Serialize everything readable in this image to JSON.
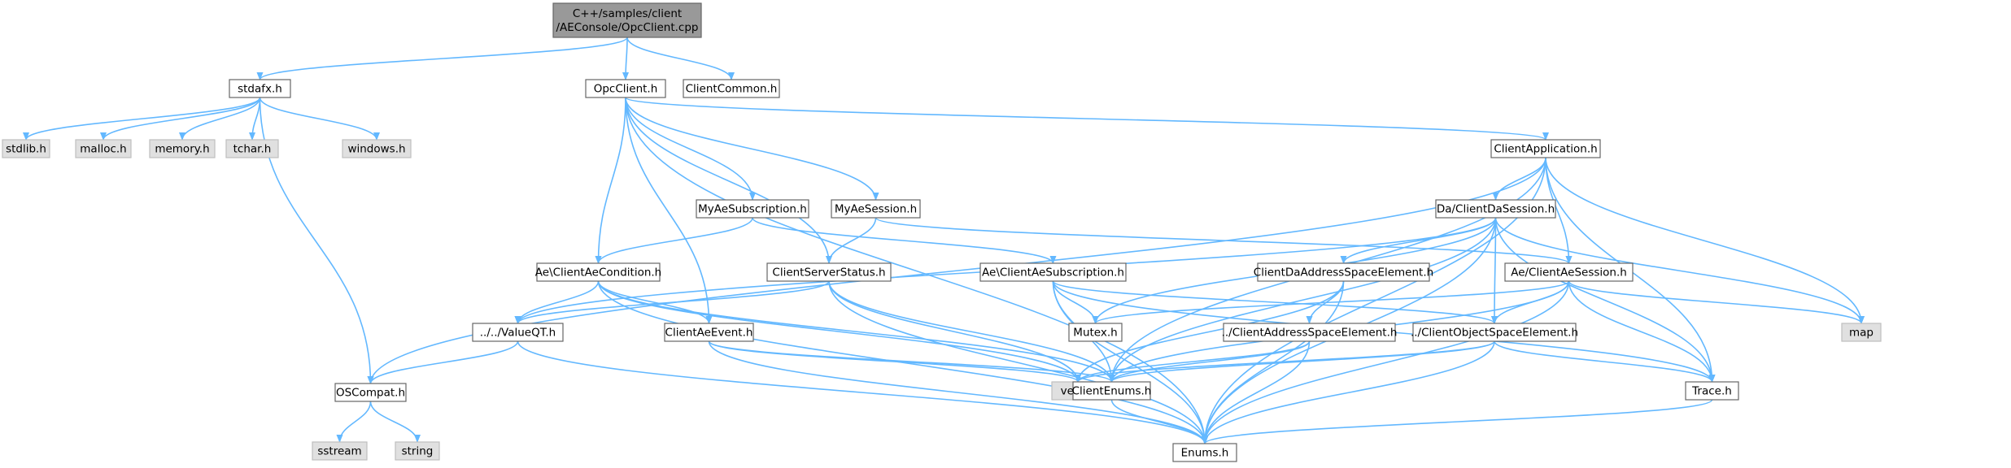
{
  "nodes": [
    {
      "id": "root",
      "kind": "root",
      "lines": [
        "C++/samples/client",
        "/AEConsole/OpcClient.cpp"
      ]
    },
    {
      "id": "stdafx",
      "kind": "normal",
      "lines": [
        "stdafx.h"
      ]
    },
    {
      "id": "opcclient",
      "kind": "normal",
      "lines": [
        "OpcClient.h"
      ]
    },
    {
      "id": "clientcommon",
      "kind": "normal",
      "lines": [
        "ClientCommon.h"
      ]
    },
    {
      "id": "stdlib",
      "kind": "external",
      "lines": [
        "stdlib.h"
      ]
    },
    {
      "id": "malloc",
      "kind": "external",
      "lines": [
        "malloc.h"
      ]
    },
    {
      "id": "memory",
      "kind": "external",
      "lines": [
        "memory.h"
      ]
    },
    {
      "id": "tchar",
      "kind": "external",
      "lines": [
        "tchar.h"
      ]
    },
    {
      "id": "windows",
      "kind": "external",
      "lines": [
        "windows.h"
      ]
    },
    {
      "id": "clientapplication",
      "kind": "normal",
      "lines": [
        "ClientApplication.h"
      ]
    },
    {
      "id": "myaesubscription",
      "kind": "normal",
      "lines": [
        "MyAeSubscription.h"
      ]
    },
    {
      "id": "myaesession",
      "kind": "normal",
      "lines": [
        "MyAeSession.h"
      ]
    },
    {
      "id": "daclientdasession",
      "kind": "normal",
      "lines": [
        "Da/ClientDaSession.h"
      ]
    },
    {
      "id": "aeclientaecondition",
      "kind": "normal",
      "lines": [
        "Ae\\ClientAeCondition.h"
      ]
    },
    {
      "id": "clientserverstatus",
      "kind": "normal",
      "lines": [
        "ClientServerStatus.h"
      ]
    },
    {
      "id": "aeclientaesubscription",
      "kind": "normal",
      "lines": [
        "Ae\\ClientAeSubscription.h"
      ]
    },
    {
      "id": "clientdaaddressspaceelement",
      "kind": "normal",
      "lines": [
        "ClientDaAddressSpaceElement.h"
      ]
    },
    {
      "id": "aeclientaesession",
      "kind": "normal",
      "lines": [
        "Ae/ClientAeSession.h"
      ]
    },
    {
      "id": "valueqt",
      "kind": "normal",
      "lines": [
        "../../ValueQT.h"
      ]
    },
    {
      "id": "clientaeevent",
      "kind": "normal",
      "lines": [
        "ClientAeEvent.h"
      ]
    },
    {
      "id": "mutex",
      "kind": "normal",
      "lines": [
        "Mutex.h"
      ]
    },
    {
      "id": "clientaddressspaceelement",
      "kind": "normal",
      "lines": [
        "../ClientAddressSpaceElement.h"
      ]
    },
    {
      "id": "clientobjectspaceelement",
      "kind": "normal",
      "lines": [
        "../ClientObjectSpaceElement.h"
      ]
    },
    {
      "id": "map",
      "kind": "external",
      "lines": [
        "map"
      ]
    },
    {
      "id": "oscompat",
      "kind": "normal",
      "lines": [
        "OSCompat.h"
      ]
    },
    {
      "id": "vector",
      "kind": "external",
      "lines": [
        "vector"
      ]
    },
    {
      "id": "clientenums",
      "kind": "normal",
      "lines": [
        "ClientEnums.h"
      ]
    },
    {
      "id": "trace",
      "kind": "normal",
      "lines": [
        "Trace.h"
      ]
    },
    {
      "id": "sstream",
      "kind": "external",
      "lines": [
        "sstream"
      ]
    },
    {
      "id": "string",
      "kind": "external",
      "lines": [
        "string"
      ]
    },
    {
      "id": "enums",
      "kind": "normal",
      "lines": [
        "Enums.h"
      ]
    }
  ],
  "edges": [
    [
      "root",
      "stdafx"
    ],
    [
      "root",
      "opcclient"
    ],
    [
      "root",
      "clientcommon"
    ],
    [
      "stdafx",
      "stdlib"
    ],
    [
      "stdafx",
      "malloc"
    ],
    [
      "stdafx",
      "memory"
    ],
    [
      "stdafx",
      "tchar"
    ],
    [
      "stdafx",
      "windows"
    ],
    [
      "stdafx",
      "oscompat"
    ],
    [
      "opcclient",
      "clientapplication"
    ],
    [
      "opcclient",
      "myaesubscription"
    ],
    [
      "opcclient",
      "myaesession"
    ],
    [
      "opcclient",
      "aeclientaecondition"
    ],
    [
      "opcclient",
      "clientserverstatus"
    ],
    [
      "opcclient",
      "clientaeevent"
    ],
    [
      "opcclient",
      "enums"
    ],
    [
      "clientapplication",
      "daclientdasession"
    ],
    [
      "clientapplication",
      "aeclientaesession"
    ],
    [
      "clientapplication",
      "oscompat"
    ],
    [
      "clientapplication",
      "map"
    ],
    [
      "clientapplication",
      "trace"
    ],
    [
      "clientapplication",
      "clientenums"
    ],
    [
      "clientapplication",
      "enums"
    ],
    [
      "myaesubscription",
      "aeclientaecondition"
    ],
    [
      "myaesubscription",
      "aeclientaesubscription"
    ],
    [
      "myaesession",
      "clientserverstatus"
    ],
    [
      "myaesession",
      "aeclientaesession"
    ],
    [
      "daclientdasession",
      "clientdaaddressspaceelement"
    ],
    [
      "daclientdasession",
      "clientobjectspaceelement"
    ],
    [
      "daclientdasession",
      "mutex"
    ],
    [
      "daclientdasession",
      "valueqt"
    ],
    [
      "daclientdasession",
      "clientenums"
    ],
    [
      "daclientdasession",
      "trace"
    ],
    [
      "daclientdasession",
      "map"
    ],
    [
      "daclientdasession",
      "enums"
    ],
    [
      "aeclientaecondition",
      "valueqt"
    ],
    [
      "aeclientaecondition",
      "clientaeevent"
    ],
    [
      "aeclientaecondition",
      "clientenums"
    ],
    [
      "aeclientaecondition",
      "vector"
    ],
    [
      "aeclientaecondition",
      "enums"
    ],
    [
      "clientserverstatus",
      "valueqt"
    ],
    [
      "clientserverstatus",
      "clientenums"
    ],
    [
      "clientserverstatus",
      "vector"
    ],
    [
      "clientserverstatus",
      "enums"
    ],
    [
      "aeclientaesubscription",
      "mutex"
    ],
    [
      "aeclientaesubscription",
      "clientobjectspaceelement"
    ],
    [
      "aeclientaesubscription",
      "clientenums"
    ],
    [
      "aeclientaesubscription",
      "trace"
    ],
    [
      "aeclientaesubscription",
      "enums"
    ],
    [
      "clientdaaddressspaceelement",
      "clientaddressspaceelement"
    ],
    [
      "clientdaaddressspaceelement",
      "vector"
    ],
    [
      "clientdaaddressspaceelement",
      "enums"
    ],
    [
      "aeclientaesession",
      "clientobjectspaceelement"
    ],
    [
      "aeclientaesession",
      "mutex"
    ],
    [
      "aeclientaesession",
      "map"
    ],
    [
      "aeclientaesession",
      "trace"
    ],
    [
      "aeclientaesession",
      "clientenums"
    ],
    [
      "aeclientaesession",
      "enums"
    ],
    [
      "valueqt",
      "oscompat"
    ],
    [
      "valueqt",
      "enums"
    ],
    [
      "clientaeevent",
      "clientenums"
    ],
    [
      "clientaeevent",
      "vector"
    ],
    [
      "clientaeevent",
      "enums"
    ],
    [
      "clientaddressspaceelement",
      "clientenums"
    ],
    [
      "clientaddressspaceelement",
      "vector"
    ],
    [
      "clientaddressspaceelement",
      "enums"
    ],
    [
      "clientobjectspaceelement",
      "clientenums"
    ],
    [
      "clientobjectspaceelement",
      "vector"
    ],
    [
      "clientobjectspaceelement",
      "trace"
    ],
    [
      "clientobjectspaceelement",
      "enums"
    ],
    [
      "oscompat",
      "sstream"
    ],
    [
      "oscompat",
      "string"
    ],
    [
      "clientenums",
      "enums"
    ],
    [
      "trace",
      "enums"
    ]
  ]
}
